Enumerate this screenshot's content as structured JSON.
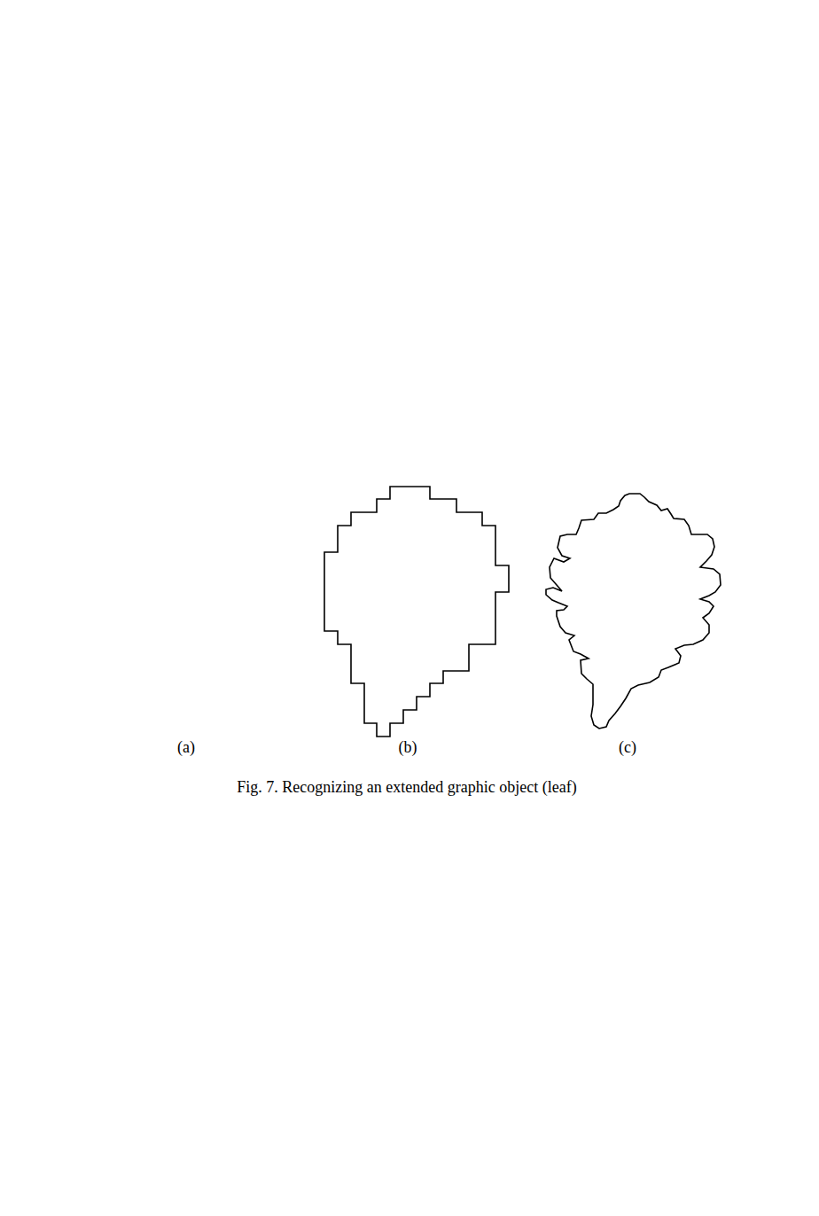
{
  "diagram": {
    "caption": "Fig. 7. Recognizing an extended graphic object (leaf)",
    "labels": [
      "(a)",
      "(b)",
      "(c)"
    ]
  }
}
